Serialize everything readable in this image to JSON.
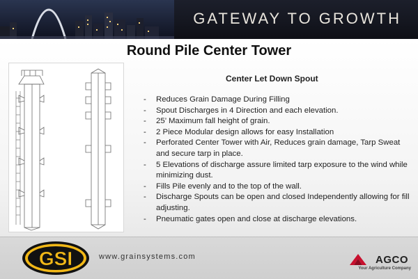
{
  "banner": {
    "title": "GATEWAY TO GROWTH"
  },
  "slide": {
    "title": "Round Pile Center Tower",
    "section_heading": "Center Let Down Spout",
    "bullets": [
      "Reduces Grain Damage During Filling",
      "Spout Discharges in 4 Direction and each elevation.",
      "25’ Maximum fall height of grain.",
      "2 Piece Modular design allows for easy Installation",
      "Perforated Center Tower with Air, Reduces grain damage, Tarp Sweat and secure tarp in place.",
      "5 Elevations of discharge assure limited tarp exposure to the wind while minimizing dust.",
      "Fills Pile evenly and to the top of the wall.",
      "Discharge Spouts can be open and closed Independently allowing for fill adjusting.",
      "Pneumatic gates open and close at discharge elevations."
    ]
  },
  "footer": {
    "logo_text": "GSI",
    "website": "www.grainsystems.com",
    "agco_name": "AGCO",
    "agco_tagline": "Your Agriculture Company"
  },
  "colors": {
    "banner_bg": "#14161f",
    "gsi_yellow": "#f2b817",
    "gsi_black": "#111111",
    "agco_red": "#c8102e"
  },
  "icons": [
    "arch-skyline-image",
    "center-tower-drawing",
    "gsi-logo",
    "agco-logo"
  ]
}
